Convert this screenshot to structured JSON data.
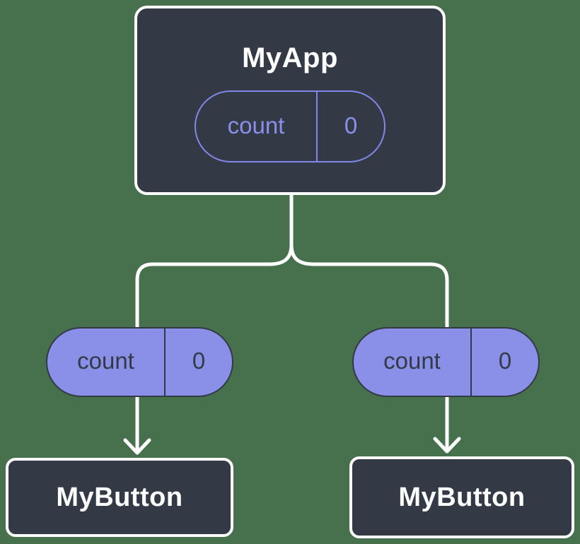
{
  "diagram": {
    "root": {
      "title": "MyApp",
      "state": {
        "label": "count",
        "value": "0"
      }
    },
    "props": [
      {
        "label": "count",
        "value": "0"
      },
      {
        "label": "count",
        "value": "0"
      }
    ],
    "children": [
      {
        "title": "MyButton"
      },
      {
        "title": "MyButton"
      }
    ]
  },
  "colors": {
    "background": "#47704d",
    "node_fill": "#333a46",
    "node_border": "#ffffff",
    "node_text": "#ffffff",
    "state_pill_outline": "#8187e8",
    "state_pill_text": "#8a90ea",
    "prop_pill_fill": "#8a90e8",
    "prop_pill_border": "#333a46",
    "prop_pill_text": "#333a46",
    "connector": "#ffffff"
  }
}
